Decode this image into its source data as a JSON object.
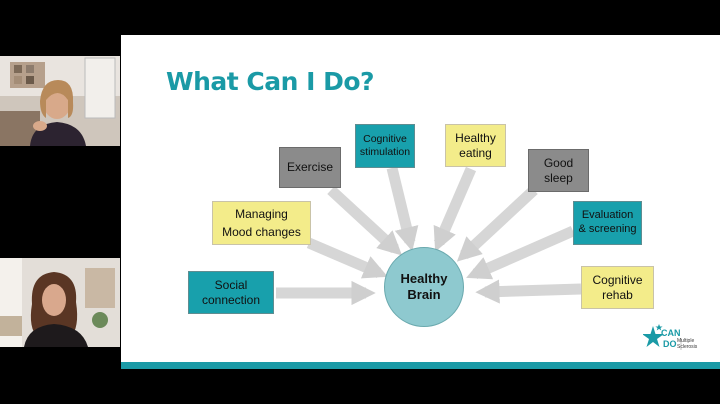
{
  "slide": {
    "title": "What Can I Do?",
    "hub_label": "Healthy\nBrain",
    "nodes": {
      "exercise": "Exercise",
      "cognitive_stimulation": "Cognitive\nstimulation",
      "healthy_eating": "Healthy\neating",
      "good_sleep": "Good\nsleep",
      "managing_mood": "Managing\nMood changes",
      "evaluation_screening": "Evaluation\n& screening",
      "social_connection": "Social\nconnection",
      "cognitive_rehab": "Cognitive\nrehab"
    },
    "logo": {
      "brand_top": "CAN",
      "brand_bottom": "DO",
      "subtitle": "Multiple\nSclerosis"
    }
  },
  "colors": {
    "teal": "#18a0ac",
    "yellow": "#f3ec8a",
    "gray": "#8b8b8b",
    "hub": "#8ec9cf",
    "title": "#1a9aa6"
  },
  "participants": [
    {
      "icon": "participant-video-icon"
    },
    {
      "icon": "participant-video-icon"
    }
  ]
}
